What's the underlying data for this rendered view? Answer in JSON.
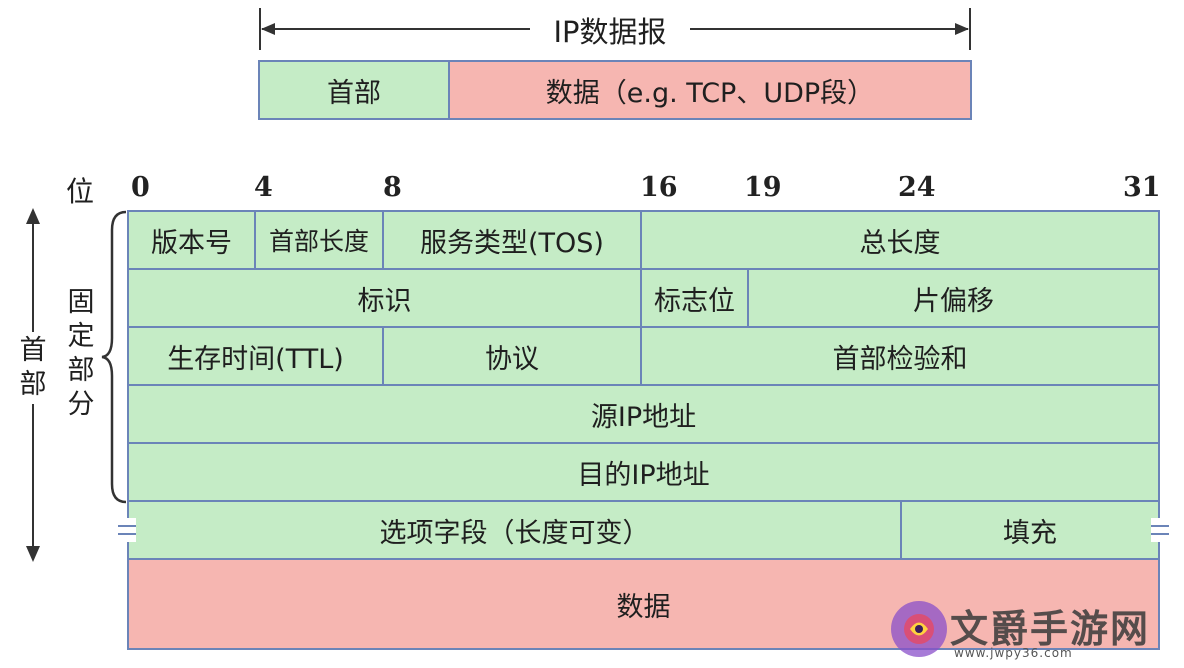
{
  "top": {
    "datagram_label": "IP数据报",
    "header_label": "首部",
    "data_label": "数据（e.g. TCP、UDP段）"
  },
  "bits": {
    "label": "位",
    "ticks": [
      "0",
      "4",
      "8",
      "16",
      "19",
      "24",
      "31"
    ]
  },
  "side": {
    "header_label": [
      "首",
      "部"
    ],
    "fixed_label": [
      "固",
      "定",
      "部",
      "分"
    ]
  },
  "rows": {
    "version": "版本号",
    "header_length": "首部长度",
    "tos": "服务类型(TOS)",
    "total_length": "总长度",
    "identification": "标识",
    "flags": "标志位",
    "fragment_offset": "片偏移",
    "ttl": "生存时间(TTL)",
    "protocol": "协议",
    "checksum": "首部检验和",
    "src_ip": "源IP地址",
    "dst_ip": "目的IP地址",
    "options": "选项字段（长度可变）",
    "padding": "填充",
    "data": "数据"
  },
  "watermark": {
    "text": "文爵手游网",
    "url": "www.jwpy36.com"
  },
  "colors": {
    "header_green": "#c5ecc6",
    "data_pink": "#f6b6b1",
    "border_blue": "#6b84b8"
  }
}
